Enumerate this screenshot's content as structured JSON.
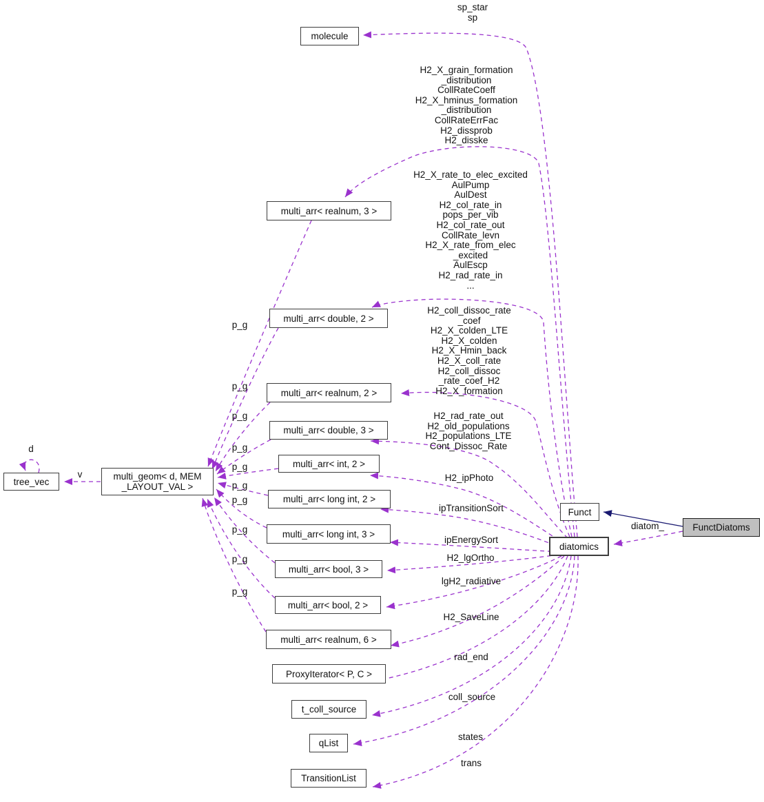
{
  "nodes": {
    "molecule": "molecule",
    "multi_arr_realnum_3": "multi_arr< realnum, 3 >",
    "multi_arr_double_2": "multi_arr< double, 2 >",
    "multi_arr_realnum_2": "multi_arr< realnum, 2 >",
    "multi_arr_double_3": "multi_arr< double, 3 >",
    "multi_arr_int_2": "multi_arr< int, 2 >",
    "multi_arr_long_int_2": "multi_arr< long int, 2 >",
    "multi_arr_long_int_3": "multi_arr< long int, 3 >",
    "multi_arr_bool_3": "multi_arr< bool, 3 >",
    "multi_arr_bool_2": "multi_arr< bool, 2 >",
    "multi_arr_realnum_6": "multi_arr< realnum, 6 >",
    "proxy_iterator": "ProxyIterator< P, C >",
    "t_coll_source": "t_coll_source",
    "qlist": "qList",
    "transition_list": "TransitionList",
    "tree_vec": "tree_vec",
    "multi_geom": "multi_geom< d, MEM\n_LAYOUT_VAL >",
    "funct": "Funct",
    "diatomics": "diatomics",
    "funct_diatoms": "FunctDiatoms"
  },
  "edge_labels": {
    "sp": "sp_star\nsp",
    "grain_block": "H2_X_grain_formation\n_distribution\nCollRateCoeff\nH2_X_hminus_formation\n_distribution\nCollRateErrFac\nH2_dissprob\nH2_disske",
    "rate_elec_block": "H2_X_rate_to_elec_excited\nAulPump\nAulDest\nH2_col_rate_in\npops_per_vib\nH2_col_rate_out\nCollRate_levn\nH2_X_rate_from_elec\n_excited\nAulEscp\nH2_rad_rate_in\n...",
    "coll_dissoc_block": "H2_coll_dissoc_rate\n_coef\nH2_X_colden_LTE\nH2_X_colden\nH2_X_Hmin_back\nH2_X_coll_rate\nH2_coll_dissoc\n_rate_coef_H2\nH2_X_formation",
    "rad_out_block": "H2_rad_rate_out\nH2_old_populations\nH2_populations_LTE\nCont_Dissoc_Rate",
    "ipphoto": "H2_ipPhoto",
    "iptransitionsort": "ipTransitionSort",
    "ipenergysort": "ipEnergySort",
    "lgortho": "H2_lgOrtho",
    "lgh2_radiative": "lgH2_radiative",
    "saveline": "H2_SaveLine",
    "rad_end": "rad_end",
    "coll_source": "coll_source",
    "states": "states",
    "trans": "trans",
    "diatom": "diatom_",
    "p_g": "p_g",
    "v": "v",
    "d": "d"
  },
  "colors": {
    "edge_dashed": "#9a32cd",
    "edge_solid": "#191970",
    "highlight_fill": "#bfbfbf",
    "node_fill": "#ffffff",
    "node_border": "#3c3c3c"
  }
}
